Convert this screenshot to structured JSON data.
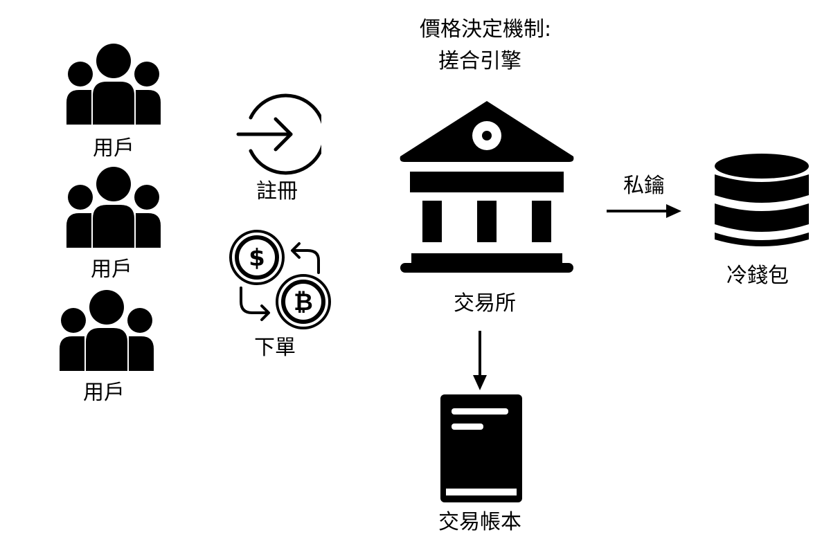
{
  "header": {
    "mechanism_line1": "價格決定機制:",
    "mechanism_line2": "搓合引擎"
  },
  "users": [
    {
      "label": "用戶",
      "icon": "users-group-icon"
    },
    {
      "label": "用戶",
      "icon": "users-group-icon"
    },
    {
      "label": "用戶",
      "icon": "users-group-icon"
    }
  ],
  "actions": {
    "register": {
      "label": "註冊",
      "icon": "sign-in-arrow-icon"
    },
    "order": {
      "label": "下單",
      "icon": "currency-exchange-icon"
    }
  },
  "exchange": {
    "label": "交易所",
    "icon": "bank-building-icon"
  },
  "link": {
    "label": "私鑰"
  },
  "cold_wallet": {
    "label": "冷錢包",
    "icon": "database-stack-icon"
  },
  "ledger": {
    "label": "交易帳本",
    "icon": "book-icon"
  },
  "colors": {
    "ink": "#000000",
    "background": "#ffffff"
  }
}
